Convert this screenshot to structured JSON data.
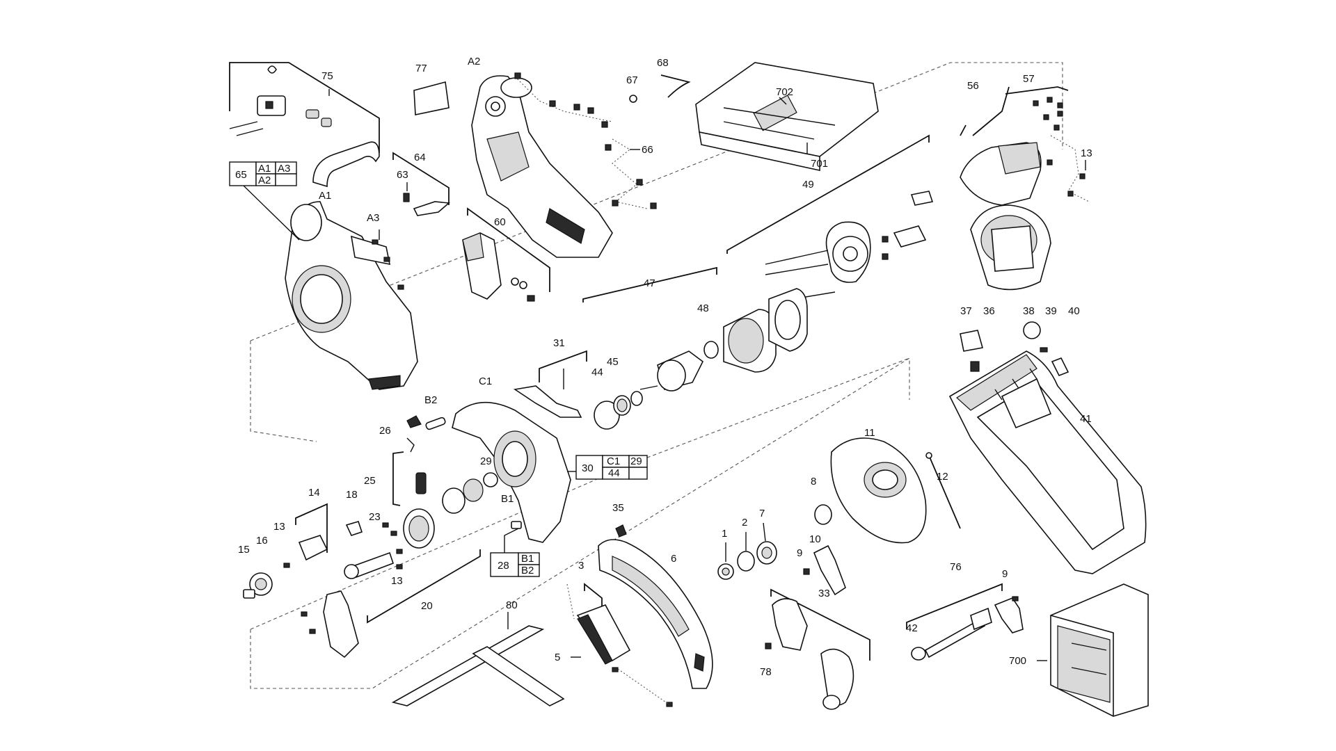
{
  "diagram": {
    "type": "exploded-parts-view",
    "accent_color": "#111111",
    "background_color": "#ffffff",
    "part_labels": [
      {
        "id": "p75",
        "text": "75"
      },
      {
        "id": "p77",
        "text": "77"
      },
      {
        "id": "pA2",
        "text": "A2"
      },
      {
        "id": "p67",
        "text": "67"
      },
      {
        "id": "p68",
        "text": "68"
      },
      {
        "id": "p702",
        "text": "702"
      },
      {
        "id": "p701",
        "text": "701"
      },
      {
        "id": "p66",
        "text": "66"
      },
      {
        "id": "p56",
        "text": "56"
      },
      {
        "id": "p57",
        "text": "57"
      },
      {
        "id": "p13a",
        "text": "13"
      },
      {
        "id": "p64",
        "text": "64"
      },
      {
        "id": "p63",
        "text": "63"
      },
      {
        "id": "pA1",
        "text": "A1"
      },
      {
        "id": "pA3",
        "text": "A3"
      },
      {
        "id": "p60",
        "text": "60"
      },
      {
        "id": "p49",
        "text": "49"
      },
      {
        "id": "p47",
        "text": "47"
      },
      {
        "id": "p48",
        "text": "48"
      },
      {
        "id": "p37",
        "text": "37"
      },
      {
        "id": "p36",
        "text": "36"
      },
      {
        "id": "p38",
        "text": "38"
      },
      {
        "id": "p39",
        "text": "39"
      },
      {
        "id": "p40",
        "text": "40"
      },
      {
        "id": "p31",
        "text": "31"
      },
      {
        "id": "p44",
        "text": "44"
      },
      {
        "id": "p45",
        "text": "45"
      },
      {
        "id": "pC1",
        "text": "C1"
      },
      {
        "id": "pB2",
        "text": "B2"
      },
      {
        "id": "p26",
        "text": "26"
      },
      {
        "id": "p25",
        "text": "25"
      },
      {
        "id": "p29",
        "text": "29"
      },
      {
        "id": "p41",
        "text": "41"
      },
      {
        "id": "p11",
        "text": "11"
      },
      {
        "id": "p12",
        "text": "12"
      },
      {
        "id": "p8",
        "text": "8"
      },
      {
        "id": "p14",
        "text": "14"
      },
      {
        "id": "p18",
        "text": "18"
      },
      {
        "id": "p23",
        "text": "23"
      },
      {
        "id": "pB1",
        "text": "B1"
      },
      {
        "id": "p35",
        "text": "35"
      },
      {
        "id": "p13b",
        "text": "13"
      },
      {
        "id": "p15",
        "text": "15"
      },
      {
        "id": "p16",
        "text": "16"
      },
      {
        "id": "p13c",
        "text": "13"
      },
      {
        "id": "p20",
        "text": "20"
      },
      {
        "id": "p3",
        "text": "3"
      },
      {
        "id": "p6",
        "text": "6"
      },
      {
        "id": "p1",
        "text": "1"
      },
      {
        "id": "p2",
        "text": "2"
      },
      {
        "id": "p7",
        "text": "7"
      },
      {
        "id": "p9a",
        "text": "9"
      },
      {
        "id": "p10",
        "text": "10"
      },
      {
        "id": "p76",
        "text": "76"
      },
      {
        "id": "p9b",
        "text": "9"
      },
      {
        "id": "p80",
        "text": "80"
      },
      {
        "id": "p33",
        "text": "33"
      },
      {
        "id": "p42",
        "text": "42"
      },
      {
        "id": "p5",
        "text": "5"
      },
      {
        "id": "p78",
        "text": "78"
      },
      {
        "id": "p700",
        "text": "700"
      }
    ],
    "reference_boxes": [
      {
        "id": "box65",
        "left": "65",
        "cells": [
          "A1",
          "A3",
          "A2",
          ""
        ]
      },
      {
        "id": "box30",
        "left": "30",
        "cells": [
          "C1",
          "29",
          "44",
          ""
        ]
      },
      {
        "id": "box28",
        "left": "28",
        "cells": [
          "B1",
          "B2"
        ]
      }
    ]
  }
}
